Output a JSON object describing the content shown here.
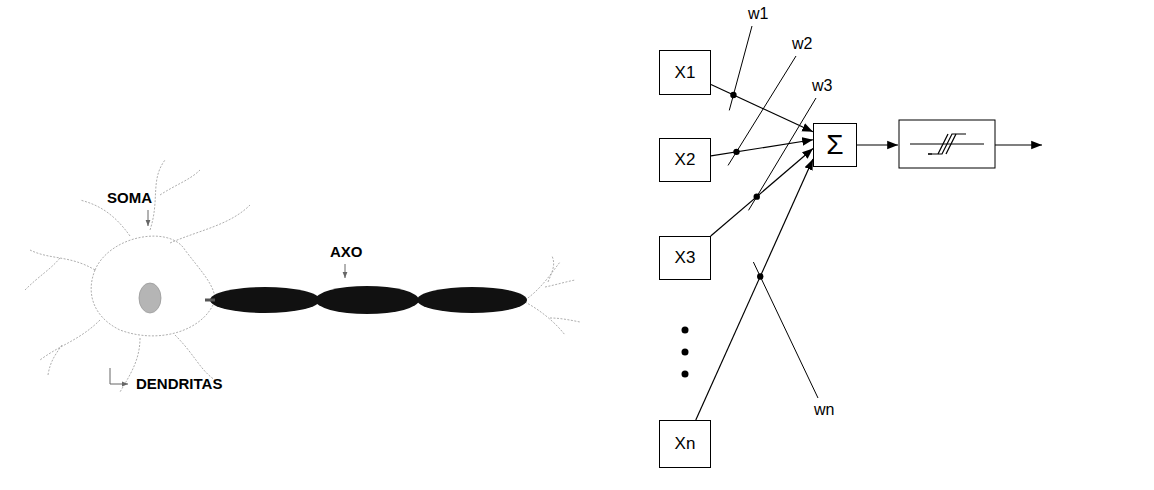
{
  "diagram": {
    "nodes": [
      {
        "text": [
          "X1"
        ]
      },
      {
        "text": [
          "X2"
        ]
      },
      {
        "text": [
          "X3"
        ]
      },
      {
        "text": [
          "Xn"
        ]
      },
      {
        "text": [
          "Σ"
        ]
      }
    ],
    "edges": [
      {
        "from": 0,
        "to": 4,
        "arrow": "to"
      },
      {
        "from": 1,
        "to": 4,
        "arrow": "to"
      },
      {
        "from": 2,
        "to": 4,
        "arrow": "to"
      },
      {
        "from": 3,
        "to": 4,
        "arrow": "to"
      }
    ],
    "labels": [
      "SOMA",
      "AXO",
      "DENDRITAS",
      "w1",
      "w2",
      "w3",
      "wn"
    ]
  }
}
